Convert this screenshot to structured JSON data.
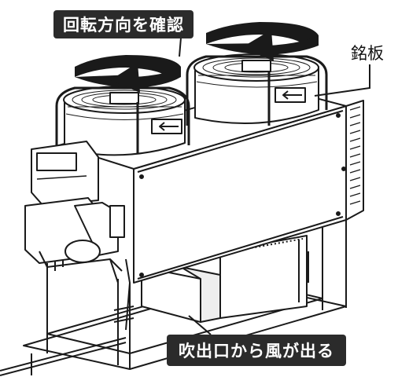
{
  "labels": {
    "rotation_check": "回転方向を確認",
    "nameplate": "銘板",
    "air_outlet": "吹出口から風が出る"
  },
  "colors": {
    "line": "#1a1a1a",
    "label_bg": "#2b2b2b",
    "label_text": "#ffffff",
    "fill": "#ffffff"
  },
  "icons": {
    "rotation_arrow": "curved-arrow-left-icon",
    "direction_arrow": "left-arrow-icon"
  }
}
